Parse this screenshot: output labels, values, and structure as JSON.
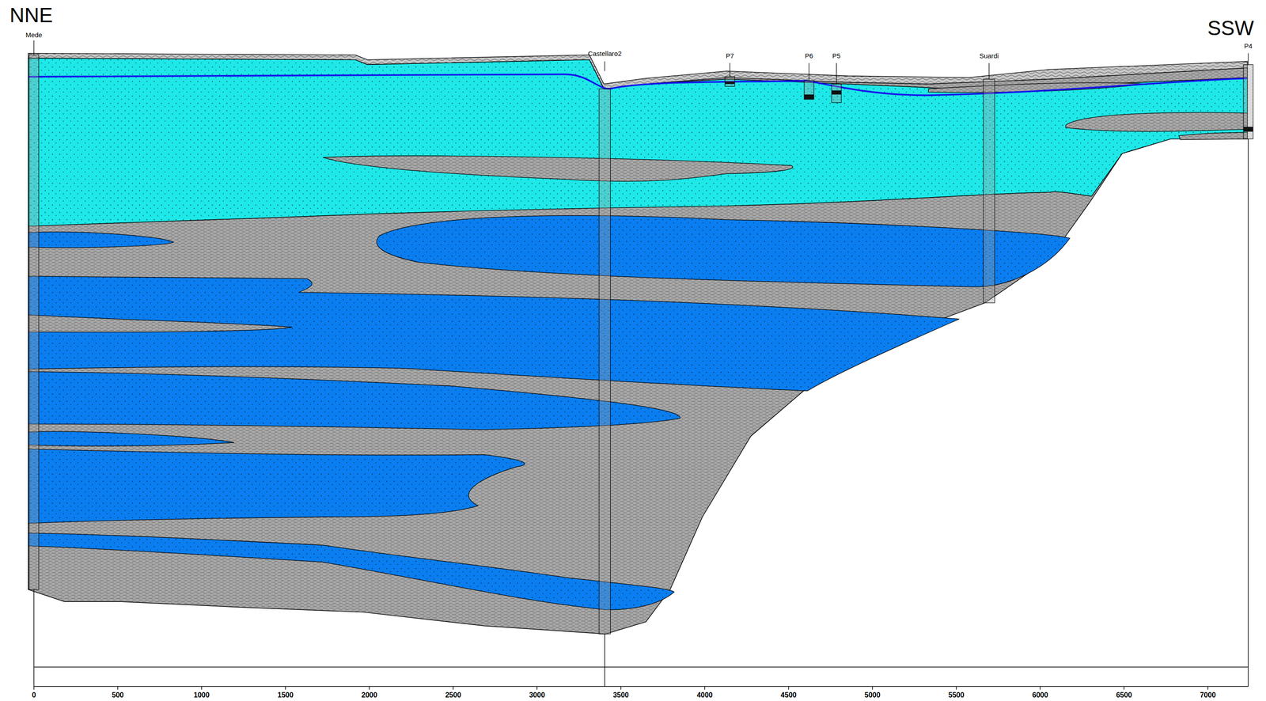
{
  "diagram": {
    "labels": [
      "NNE",
      "SSW",
      "Mede",
      "Castellaro2",
      "P7",
      "P6",
      "P5",
      "Suardi",
      "P4",
      "0",
      "500",
      "1000",
      "1500",
      "2000",
      "2500",
      "3000",
      "3500",
      "4000",
      "4500",
      "5000",
      "5500",
      "6000",
      "6500",
      "7000"
    ]
  }
}
